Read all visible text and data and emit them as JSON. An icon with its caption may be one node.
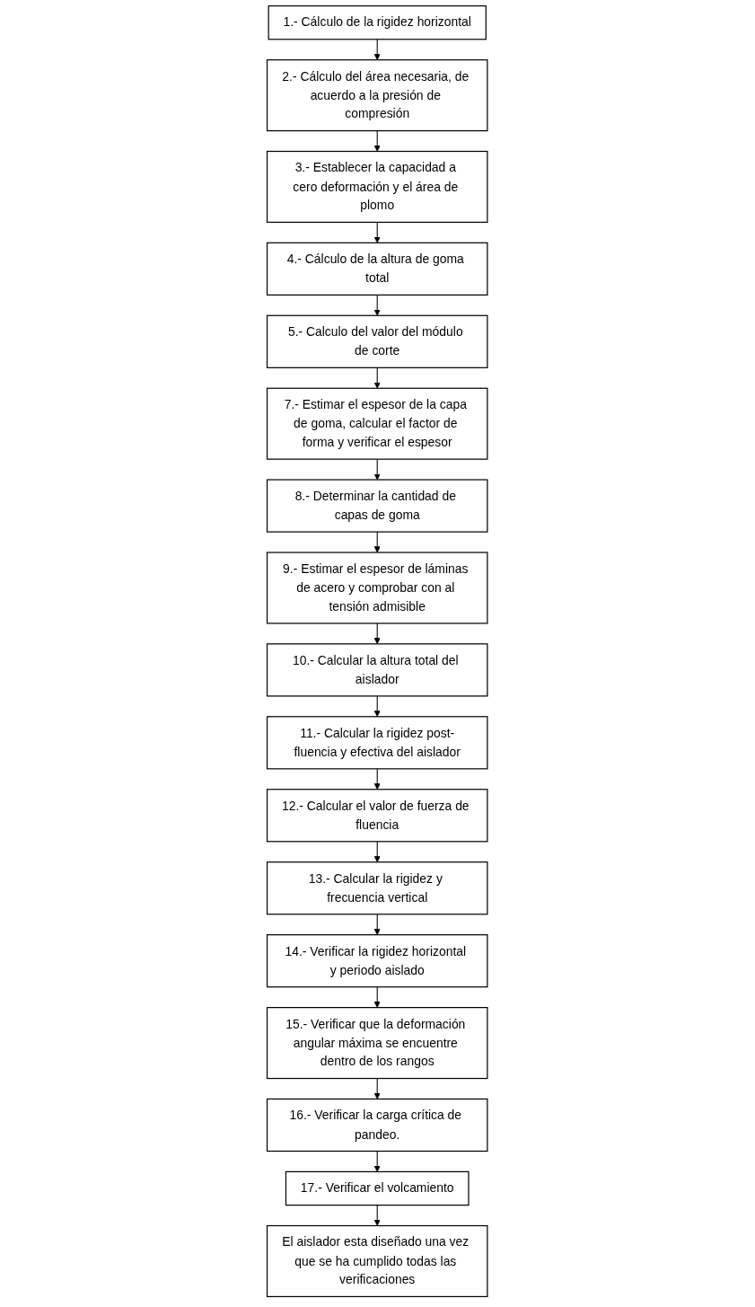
{
  "diagram": {
    "nodes": [
      {
        "text": [
          "1.- Cálculo de la rigidez horizontal"
        ]
      },
      {
        "text": [
          "2.- Cálculo del área necesaria, de acuerdo a la presión de compresión"
        ]
      },
      {
        "text": [
          "3.- Establecer la capacidad a cero deformación y el área de plomo"
        ]
      },
      {
        "text": [
          "4.- Cálculo de la altura de goma total"
        ]
      },
      {
        "text": [
          "5.- Calculo del valor del módulo de corte"
        ]
      },
      {
        "text": [
          "7.- Estimar el espesor de la capa de goma, calcular el factor de forma y verificar el espesor"
        ]
      },
      {
        "text": [
          "8.- Determinar la cantidad de capas de goma"
        ]
      },
      {
        "text": [
          "9.- Estimar el espesor de láminas de acero y comprobar con al tensión admisible"
        ]
      },
      {
        "text": [
          "10.- Calcular la altura total del aislador"
        ]
      },
      {
        "text": [
          "11.- Calcular la rigidez post-fluencia y efectiva del aislador"
        ]
      },
      {
        "text": [
          "12.- Calcular el valor de fuerza de fluencia"
        ]
      },
      {
        "text": [
          "13.- Calcular la rigidez y frecuencia vertical"
        ]
      },
      {
        "text": [
          "14.- Verificar la rigidez horizontal y periodo aislado"
        ]
      },
      {
        "text": [
          "15.- Verificar que la deformación angular máxima se encuentre dentro de los rangos"
        ]
      },
      {
        "text": [
          "16.- Verificar la carga crítica de pandeo."
        ]
      },
      {
        "text": [
          "17.- Verificar el volcamiento"
        ]
      },
      {
        "text": [
          "El aislador esta diseñado una vez que se ha cumplido todas las verificaciones"
        ]
      }
    ],
    "edges": [
      {
        "from": 0,
        "to": 1,
        "arrow": "to"
      },
      {
        "from": 1,
        "to": 2,
        "arrow": "to"
      },
      {
        "from": 2,
        "to": 3,
        "arrow": "to"
      },
      {
        "from": 3,
        "to": 4,
        "arrow": "to"
      },
      {
        "from": 4,
        "to": 5,
        "arrow": "to"
      },
      {
        "from": 5,
        "to": 6,
        "arrow": "to"
      },
      {
        "from": 6,
        "to": 7,
        "arrow": "to"
      },
      {
        "from": 7,
        "to": 8,
        "arrow": "to"
      },
      {
        "from": 8,
        "to": 9,
        "arrow": "to"
      },
      {
        "from": 9,
        "to": 10,
        "arrow": "to"
      },
      {
        "from": 10,
        "to": 11,
        "arrow": "to"
      },
      {
        "from": 11,
        "to": 12,
        "arrow": "to"
      },
      {
        "from": 12,
        "to": 13,
        "arrow": "to"
      },
      {
        "from": 13,
        "to": 14,
        "arrow": "to"
      },
      {
        "from": 14,
        "to": 15,
        "arrow": "to"
      },
      {
        "from": 15,
        "to": 16,
        "arrow": "to"
      }
    ]
  }
}
